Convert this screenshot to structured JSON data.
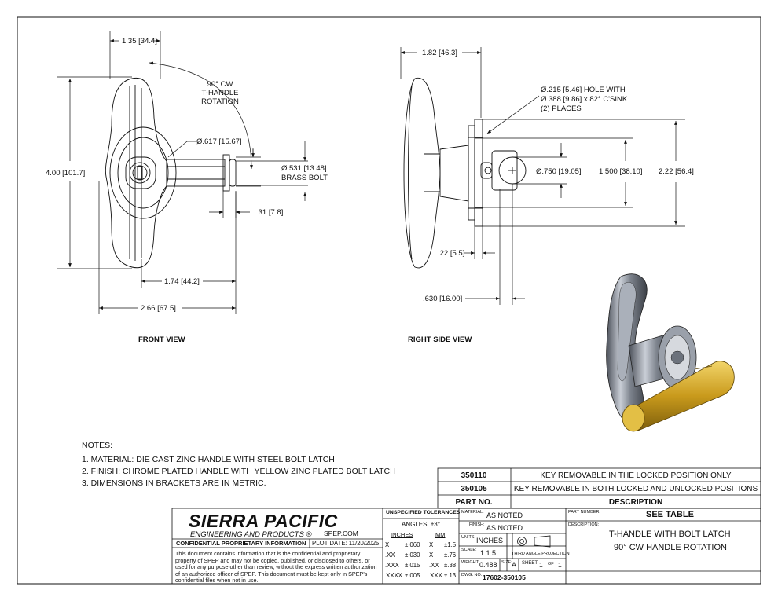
{
  "front_view": {
    "title": "FRONT VIEW",
    "dim_width_top": "1.35",
    "dim_width_top_mm": "34.4",
    "rotation_note": [
      "90° CW",
      "T-HANDLE",
      "ROTATION"
    ],
    "dim_height": "4.00",
    "dim_height_mm": "101.7",
    "dim_bolt_dia": "Ø.617",
    "dim_bolt_dia_mm": "15.67",
    "dim_brass": "Ø.531",
    "dim_brass_mm": "13.48",
    "brass_label": "BRASS BOLT",
    "dim_31": ".31",
    "dim_31_mm": "7.8",
    "dim_174": "1.74",
    "dim_174_mm": "44.2",
    "dim_266": "2.66",
    "dim_266_mm": "67.5"
  },
  "side_view": {
    "title": "RIGHT SIDE VIEW",
    "dim_182": "1.82",
    "dim_182_mm": "46.3",
    "hole_note": [
      "Ø.215 [5.46] HOLE WITH",
      "Ø.388 [9.86] x 82° C'SINK",
      "(2) PLACES"
    ],
    "dim_750": "Ø.750",
    "dim_750_mm": "19.05",
    "dim_1500": "1.500",
    "dim_1500_mm": "38.10",
    "dim_222": "2.22",
    "dim_222_mm": "56.4",
    "dim_22": ".22",
    "dim_22_mm": "5.5",
    "dim_630": ".630",
    "dim_630_mm": "16.00"
  },
  "notes": {
    "heading": "NOTES:",
    "items": [
      "1.  MATERIAL: DIE CAST ZINC HANDLE WITH STEEL BOLT LATCH",
      "2.  FINISH: CHROME PLATED HANDLE WITH YELLOW ZINC PLATED BOLT LATCH",
      "3.  DIMENSIONS IN BRACKETS ARE IN METRIC."
    ]
  },
  "part_table": {
    "rows": [
      {
        "part": "350110",
        "desc": "KEY REMOVABLE IN THE LOCKED POSITION ONLY"
      },
      {
        "part": "350105",
        "desc": "KEY REMOVABLE IN BOTH LOCKED AND UNLOCKED POSITIONS"
      }
    ],
    "header_part": "PART NO.",
    "header_desc": "DESCRIPTION"
  },
  "title_block": {
    "company": "SIERRA PACIFIC",
    "company_sub": "ENGINEERING AND PRODUCTS",
    "registered": "®",
    "website": "SPEP.COM",
    "confidential": "CONFIDENTIAL PROPRIETARY INFORMATION",
    "plot_date": "PLOT DATE: 11/20/2025",
    "confidential_text": "This document contains information that is the confidential and proprietary property of SPEP and may not be copied, published, or disclosed to others, or used for any purpose  other than review, without the express written authorization of an authorized officer of SPEP. This document must be kept only in SPEP's confidential files when not in use.",
    "tol_header": "UNSPECIFIED TOLERANCES",
    "angles": "ANGLES: ±3°",
    "inches_lbl": "INCHES",
    "mm_lbl": "MM",
    "tol_rows": [
      {
        "in_k": "X",
        "in_v": "±.060",
        "mm_k": "X",
        "mm_v": "±1.5"
      },
      {
        "in_k": ".XX",
        "in_v": "±.030",
        "mm_k": "X",
        "mm_v": "±.76"
      },
      {
        "in_k": ".XXX",
        "in_v": "±.015",
        "mm_k": ".XX",
        "mm_v": "±.38"
      },
      {
        "in_k": ".XXXX",
        "in_v": "±.005",
        "mm_k": ".XXX",
        "mm_v": "±.13"
      }
    ],
    "material_lbl": "MATERIAL:",
    "material": "AS NOTED",
    "finish_lbl": "FINISH:",
    "finish": "AS NOTED",
    "units_lbl": "UNITS:",
    "units": "INCHES",
    "scale_lbl": "SCALE:",
    "scale": "1:1.5",
    "projection": "THIRD ANGLE PROJECTION",
    "weight_lbl": "WEIGHT:",
    "weight": "0.488",
    "size_lbl": "SIZE:",
    "size": "A",
    "sheet_lbl": "SHEET",
    "sheet": "1",
    "of_lbl": "OF",
    "sheets": "1",
    "dwg_lbl": "DWG. NO.",
    "dwg": "17602-350105",
    "partnum_lbl": "PART NUMBER:",
    "partnum": "SEE TABLE",
    "desc_lbl": "DESCRIPTION:",
    "desc1": "T-HANDLE WITH BOLT LATCH",
    "desc2": "90° CW HANDLE ROTATION"
  },
  "colors": {
    "line": "#1a1a1a",
    "brass": "#d4a92a",
    "chrome": "#8a8f99"
  }
}
